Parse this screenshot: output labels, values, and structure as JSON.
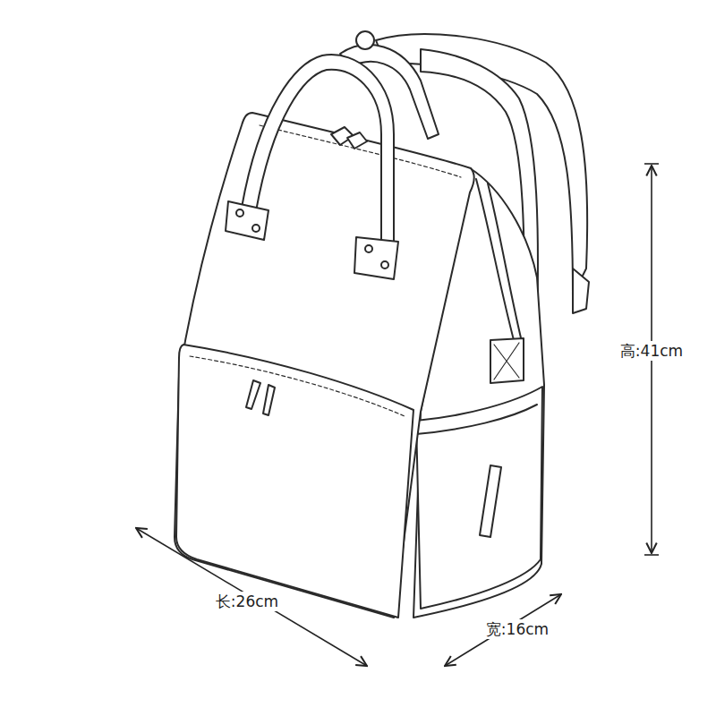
{
  "diagram": {
    "labels": [
      "高:41cm",
      "长:26cm",
      "宽:16cm"
    ]
  }
}
